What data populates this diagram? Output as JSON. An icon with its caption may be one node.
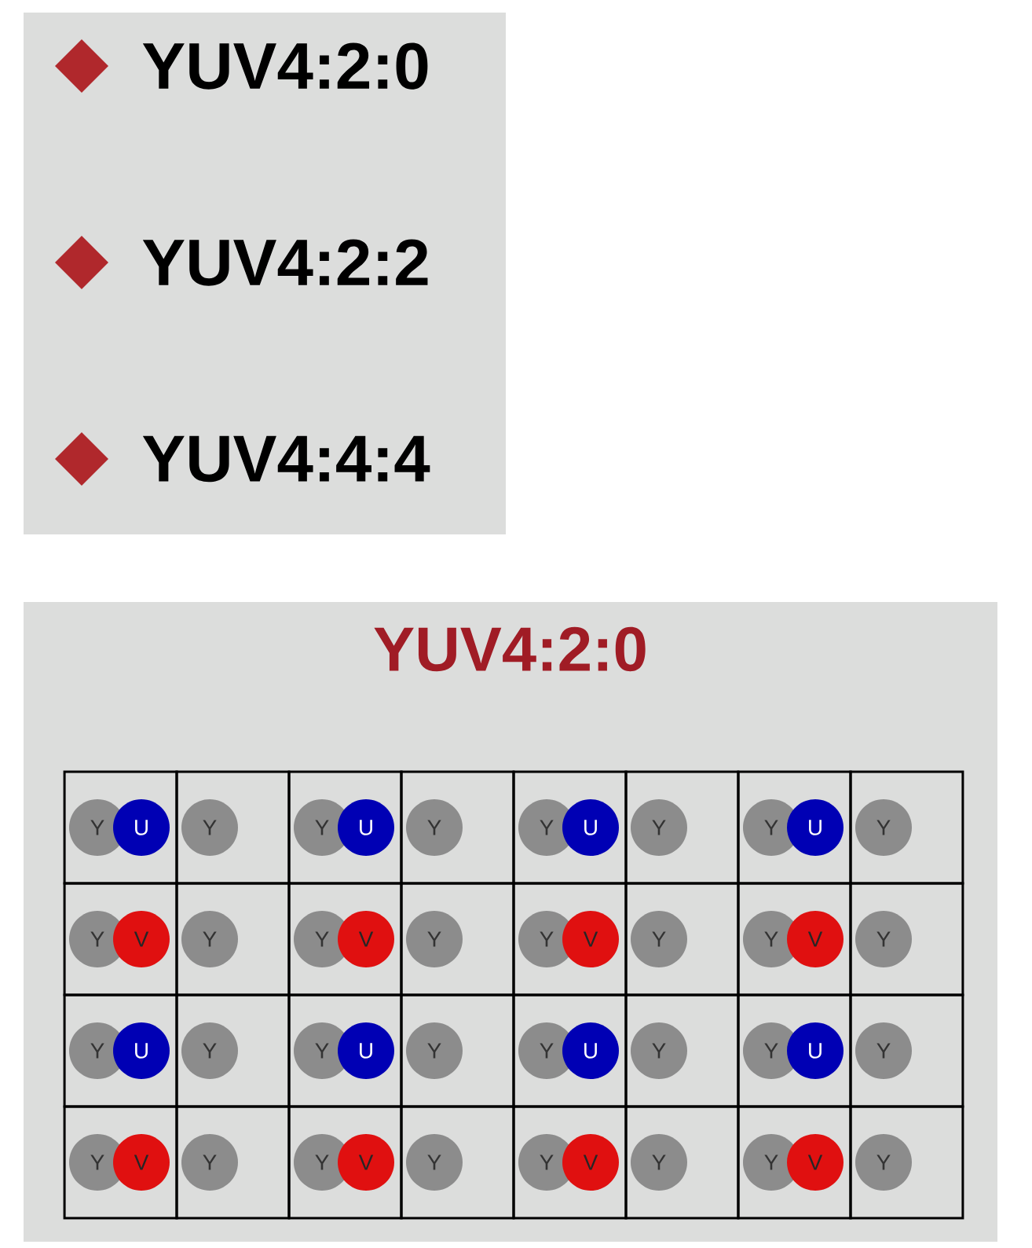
{
  "diagram": {
    "labels": [
      "YUV4:2:0",
      "YUV4:2:2",
      "YUV4:4:4",
      "YUV4:2:0"
    ],
    "nodes": [
      {
        "text": [],
        "shape": "box"
      },
      {
        "text": [
          "Y"
        ],
        "in": 0
      },
      {
        "text": [
          "U"
        ],
        "in": 0
      },
      {
        "text": [],
        "shape": "box"
      },
      {
        "text": [
          "Y"
        ],
        "in": 3
      },
      {
        "text": [],
        "shape": "box"
      },
      {
        "text": [
          "Y"
        ],
        "in": 5
      },
      {
        "text": [
          "U"
        ],
        "in": 5
      },
      {
        "text": [],
        "shape": "box"
      },
      {
        "text": [
          "Y"
        ],
        "in": 8
      },
      {
        "text": [],
        "shape": "box"
      },
      {
        "text": [
          "Y"
        ],
        "in": 10
      },
      {
        "text": [
          "U"
        ],
        "in": 10
      },
      {
        "text": [],
        "shape": "box"
      },
      {
        "text": [
          "Y"
        ],
        "in": 13
      },
      {
        "text": [],
        "shape": "box"
      },
      {
        "text": [
          "Y"
        ],
        "in": 15
      },
      {
        "text": [
          "U"
        ],
        "in": 15
      },
      {
        "text": [],
        "shape": "box"
      },
      {
        "text": [
          "Y"
        ],
        "in": 18
      },
      {
        "text": [],
        "shape": "box"
      },
      {
        "text": [
          "Y"
        ],
        "in": 20
      },
      {
        "text": [
          "V"
        ],
        "in": 20
      },
      {
        "text": [],
        "shape": "box"
      },
      {
        "text": [
          "Y"
        ],
        "in": 23
      },
      {
        "text": [],
        "shape": "box"
      },
      {
        "text": [
          "Y"
        ],
        "in": 25
      },
      {
        "text": [
          "V"
        ],
        "in": 25
      },
      {
        "text": [],
        "shape": "box"
      },
      {
        "text": [
          "Y"
        ],
        "in": 28
      },
      {
        "text": [],
        "shape": "box"
      },
      {
        "text": [
          "Y"
        ],
        "in": 30
      },
      {
        "text": [
          "V"
        ],
        "in": 30
      },
      {
        "text": [],
        "shape": "box"
      },
      {
        "text": [
          "Y"
        ],
        "in": 33
      },
      {
        "text": [],
        "shape": "box"
      },
      {
        "text": [
          "Y"
        ],
        "in": 35
      },
      {
        "text": [
          "V"
        ],
        "in": 35
      },
      {
        "text": [],
        "shape": "box"
      },
      {
        "text": [
          "Y"
        ],
        "in": 38
      },
      {
        "text": [],
        "shape": "box"
      },
      {
        "text": [
          "Y"
        ],
        "in": 40
      },
      {
        "text": [
          "U"
        ],
        "in": 40
      },
      {
        "text": [],
        "shape": "box"
      },
      {
        "text": [
          "Y"
        ],
        "in": 43
      },
      {
        "text": [],
        "shape": "box"
      },
      {
        "text": [
          "Y"
        ],
        "in": 45
      },
      {
        "text": [
          "U"
        ],
        "in": 45
      },
      {
        "text": [],
        "shape": "box"
      },
      {
        "text": [
          "Y"
        ],
        "in": 48
      },
      {
        "text": [],
        "shape": "box"
      },
      {
        "text": [
          "Y"
        ],
        "in": 50
      },
      {
        "text": [
          "U"
        ],
        "in": 50
      },
      {
        "text": [],
        "shape": "box"
      },
      {
        "text": [
          "Y"
        ],
        "in": 53
      },
      {
        "text": [],
        "shape": "box"
      },
      {
        "text": [
          "Y"
        ],
        "in": 55
      },
      {
        "text": [
          "U"
        ],
        "in": 55
      },
      {
        "text": [],
        "shape": "box"
      },
      {
        "text": [
          "Y"
        ],
        "in": 58
      },
      {
        "text": [],
        "shape": "box"
      },
      {
        "text": [
          "Y"
        ],
        "in": 60
      },
      {
        "text": [
          "V"
        ],
        "in": 60
      },
      {
        "text": [],
        "shape": "box"
      },
      {
        "text": [
          "Y"
        ],
        "in": 63
      },
      {
        "text": [],
        "shape": "box"
      },
      {
        "text": [
          "Y"
        ],
        "in": 65
      },
      {
        "text": [
          "V"
        ],
        "in": 65
      },
      {
        "text": [],
        "shape": "box"
      },
      {
        "text": [
          "Y"
        ],
        "in": 68
      },
      {
        "text": [],
        "shape": "box"
      },
      {
        "text": [
          "Y"
        ],
        "in": 70
      },
      {
        "text": [
          "V"
        ],
        "in": 70
      },
      {
        "text": [],
        "shape": "box"
      },
      {
        "text": [
          "Y"
        ],
        "in": 73
      },
      {
        "text": [],
        "shape": "box"
      },
      {
        "text": [
          "Y"
        ],
        "in": 75
      },
      {
        "text": [
          "V"
        ],
        "in": 75
      },
      {
        "text": [],
        "shape": "box"
      },
      {
        "text": [
          "Y"
        ],
        "in": 78
      }
    ]
  }
}
